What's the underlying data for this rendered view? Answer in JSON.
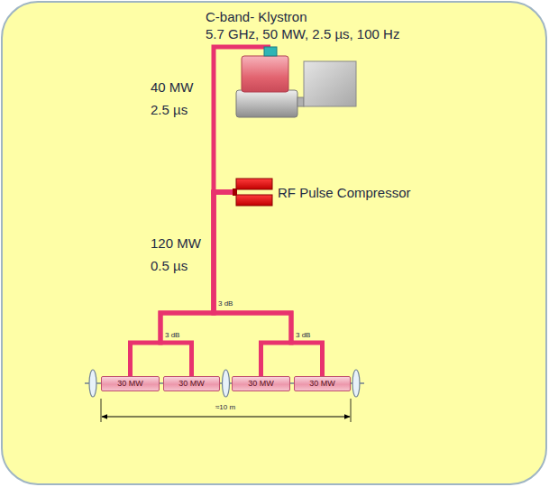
{
  "diagram": {
    "nodes": [
      {
        "text": [
          "C-band- Klystron",
          "5.7 GHz, 50 MW, 2.5 µs, 100 Hz"
        ]
      },
      {
        "text": [
          "RF Pulse Compressor"
        ]
      },
      {
        "text": [
          "30 MW"
        ]
      },
      {
        "text": [
          "30 MW"
        ]
      },
      {
        "text": [
          "30 MW"
        ]
      },
      {
        "text": [
          "30 MW"
        ]
      }
    ],
    "edges": [
      {
        "from": 0,
        "to": 1,
        "arrow": "none",
        "label": "40 MW 2.5 µs"
      },
      {
        "from": 1,
        "to": 2,
        "arrow": "none",
        "label": "120 MW 0.5 µs"
      },
      {
        "from": 1,
        "to": 3,
        "arrow": "none"
      },
      {
        "from": 1,
        "to": 4,
        "arrow": "none"
      },
      {
        "from": 1,
        "to": 5,
        "arrow": "none"
      }
    ],
    "labels": [
      "3 dB",
      "3 dB",
      "3 dB",
      "≈10 m"
    ]
  }
}
